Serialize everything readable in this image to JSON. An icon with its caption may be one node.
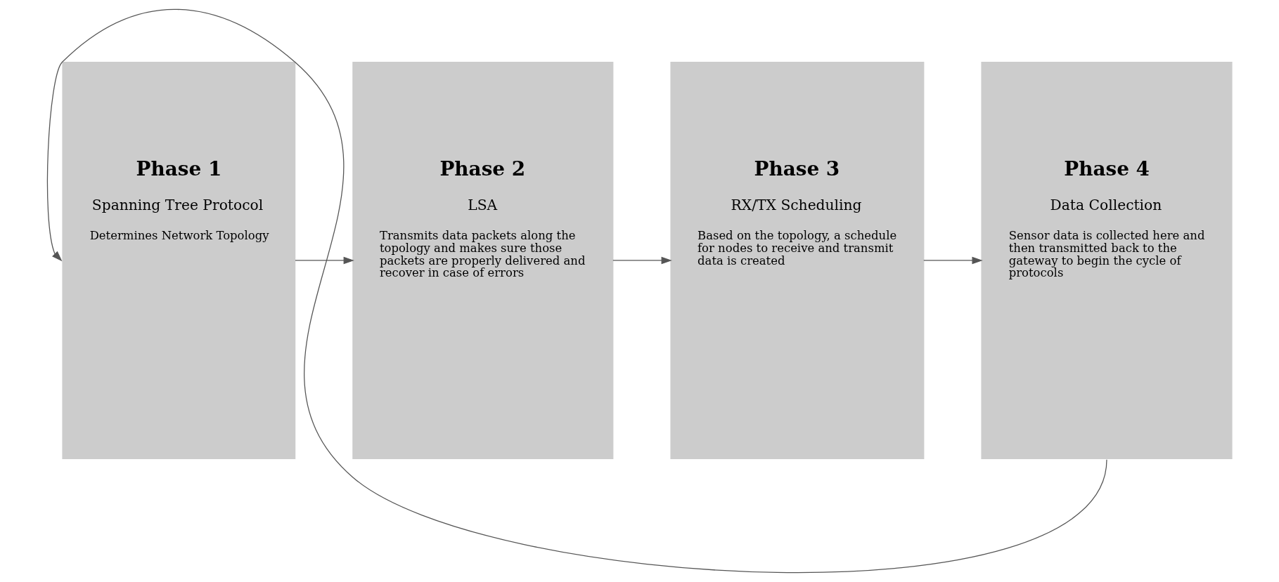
{
  "diagram": {
    "nodes": [
      {
        "text": [
          "Phase 1",
          "Spanning Tree Protocol",
          "Determines Network Topology"
        ]
      },
      {
        "text": [
          "Phase 2",
          "LSA",
          "Transmits data packets along the topology and makes sure those packets are properly delivered and recover in case of errors"
        ]
      },
      {
        "text": [
          "Phase 3",
          "RX/TX Scheduling",
          "Based on the topology, a schedule for nodes to receive and transmit data is created"
        ]
      },
      {
        "text": [
          "Phase 4",
          "Data Collection",
          "Sensor data is collected here and then transmitted back to the gateway to begin the cycle of protocols"
        ]
      }
    ],
    "edges": [
      {
        "from": 0,
        "to": 1,
        "arrow": "to"
      },
      {
        "from": 1,
        "to": 2,
        "arrow": "to"
      },
      {
        "from": 2,
        "to": 3,
        "arrow": "to"
      },
      {
        "from": 3,
        "to": 0,
        "arrow": "to"
      }
    ]
  }
}
